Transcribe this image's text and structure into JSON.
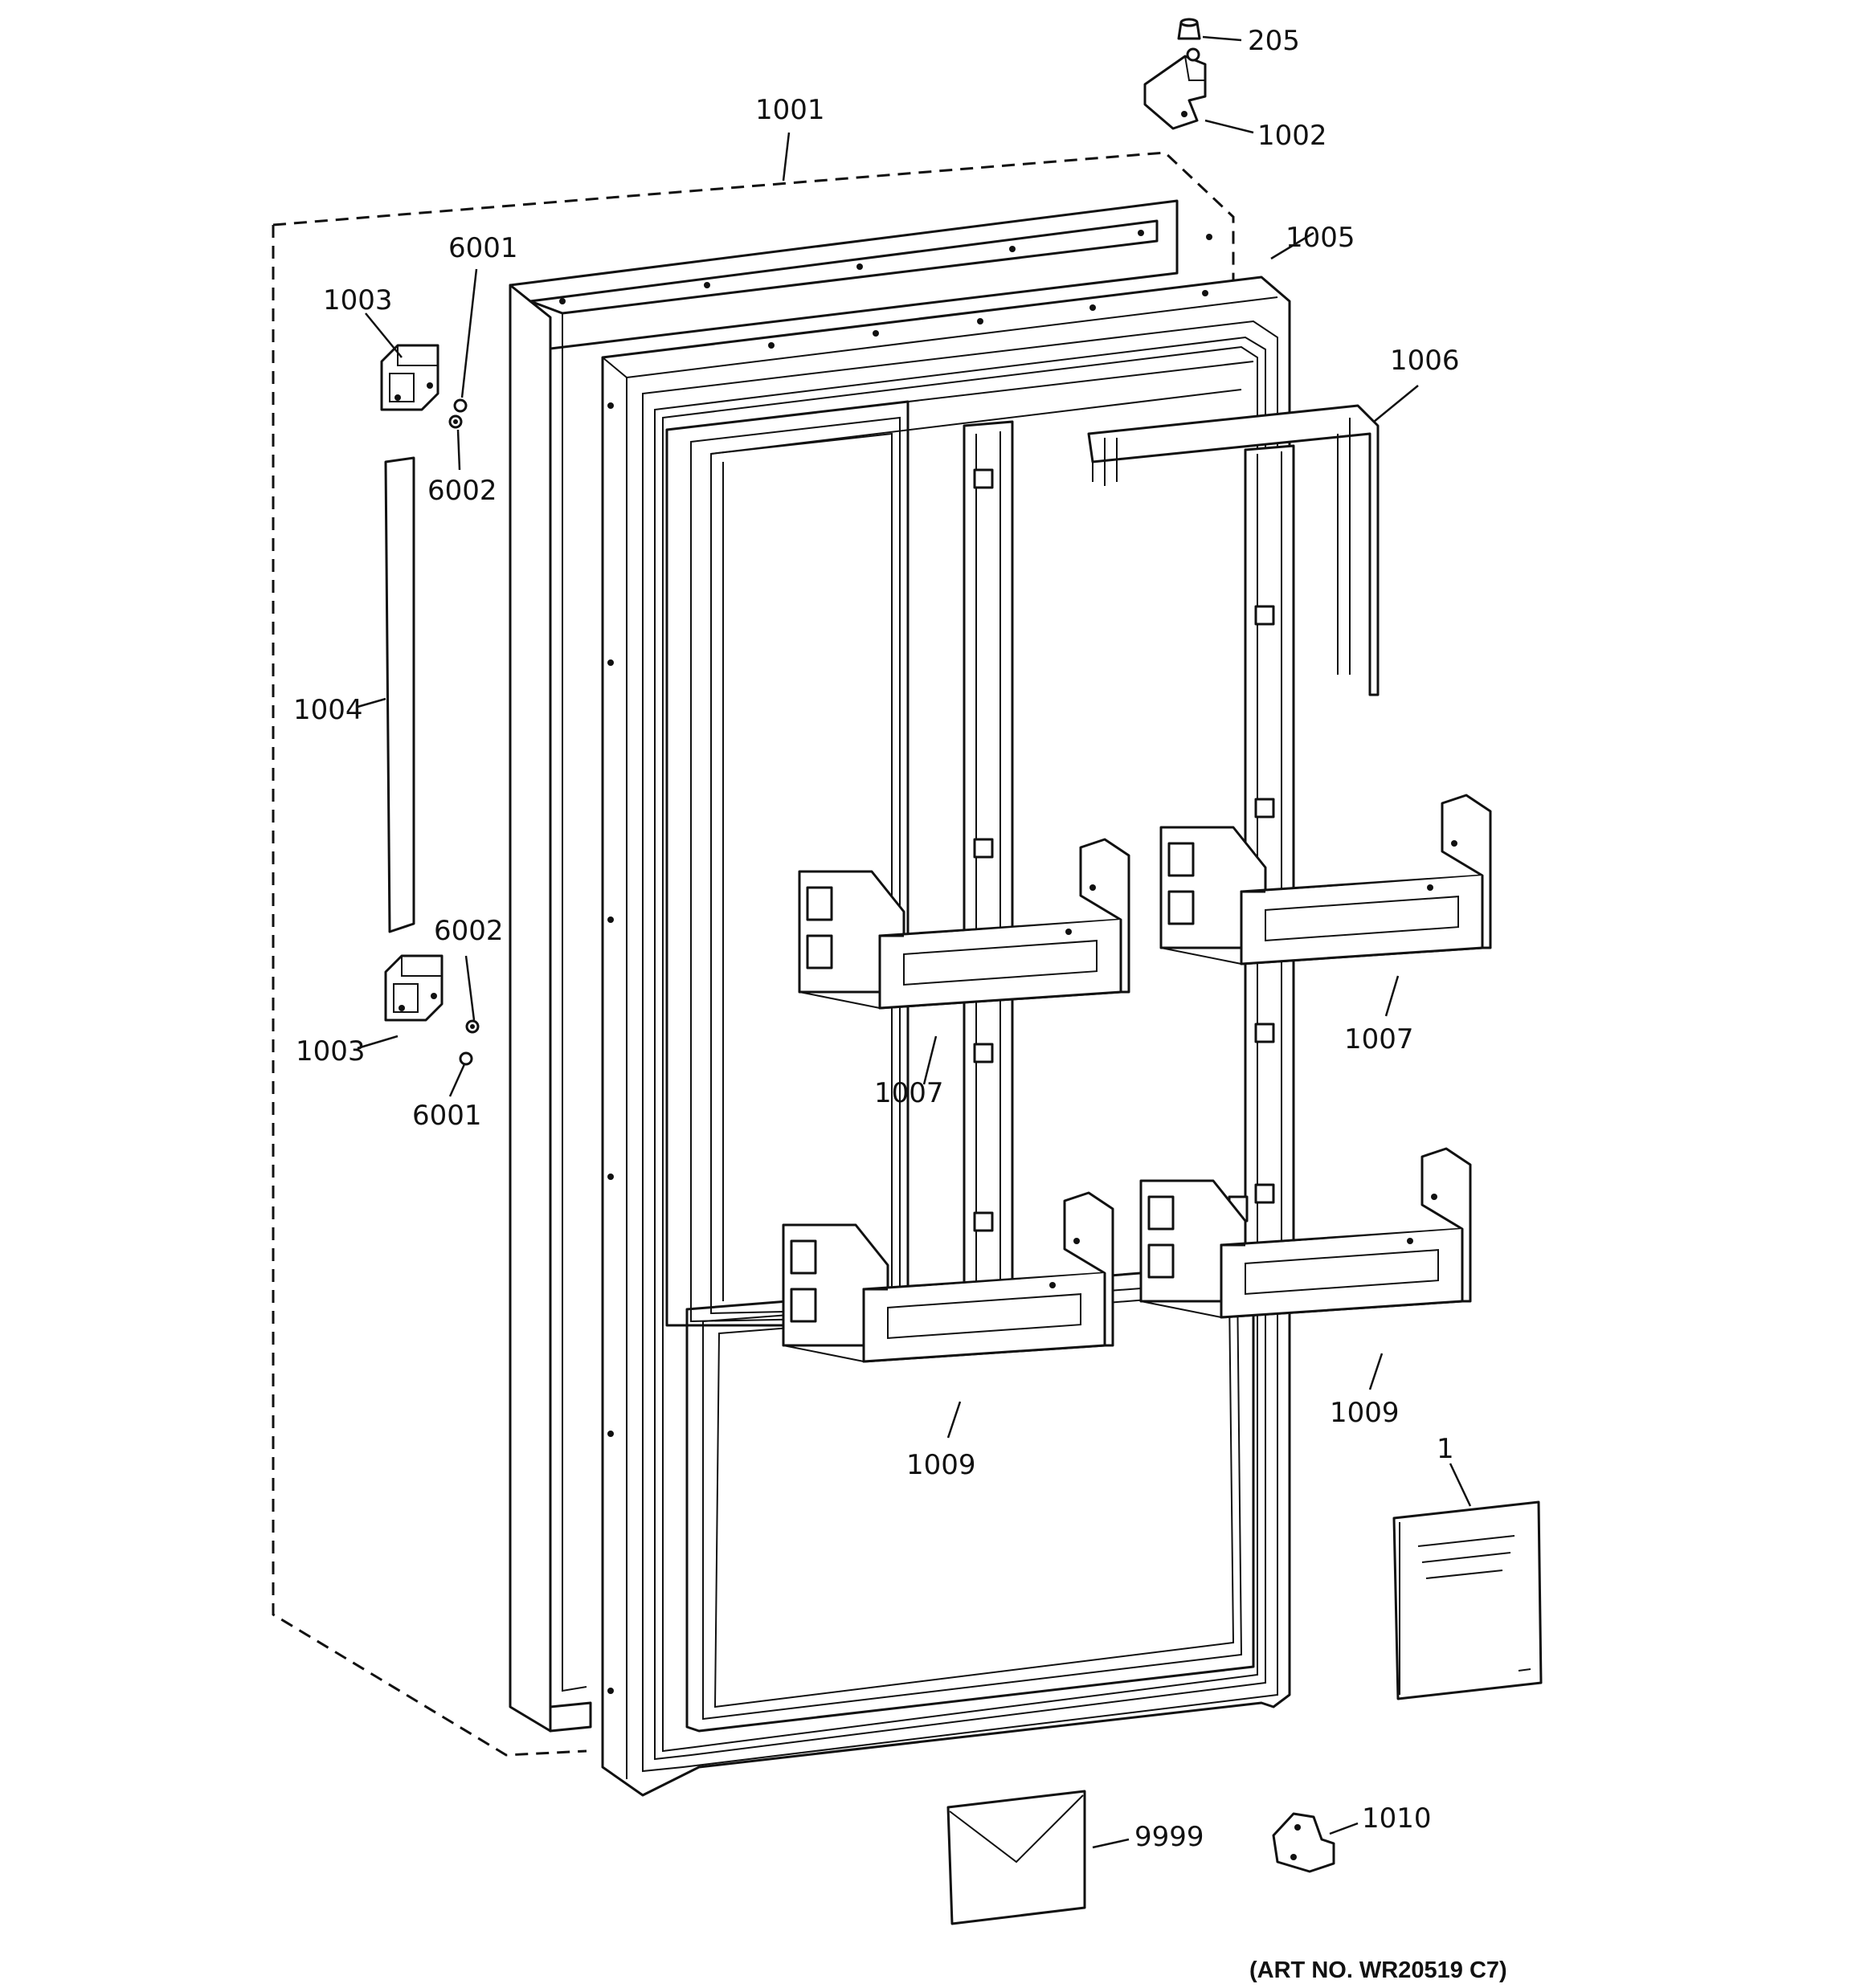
{
  "diagram": {
    "art_number": "(ART NO. WR20519 C7)",
    "parts": [
      {
        "id": "p205",
        "label": "205"
      },
      {
        "id": "p1002",
        "label": "1002"
      },
      {
        "id": "p1001",
        "label": "1001"
      },
      {
        "id": "p1005",
        "label": "1005"
      },
      {
        "id": "p6001a",
        "label": "6001"
      },
      {
        "id": "p1003a",
        "label": "1003"
      },
      {
        "id": "p6002a",
        "label": "6002"
      },
      {
        "id": "p1006",
        "label": "1006"
      },
      {
        "id": "p1004",
        "label": "1004"
      },
      {
        "id": "p6002b",
        "label": "6002"
      },
      {
        "id": "p1003b",
        "label": "1003"
      },
      {
        "id": "p6001b",
        "label": "6001"
      },
      {
        "id": "p1007a",
        "label": "1007"
      },
      {
        "id": "p1007b",
        "label": "1007"
      },
      {
        "id": "p1009a",
        "label": "1009"
      },
      {
        "id": "p1009b",
        "label": "1009"
      },
      {
        "id": "p1",
        "label": "1"
      },
      {
        "id": "p9999",
        "label": "9999"
      },
      {
        "id": "p1010",
        "label": "1010"
      }
    ]
  }
}
